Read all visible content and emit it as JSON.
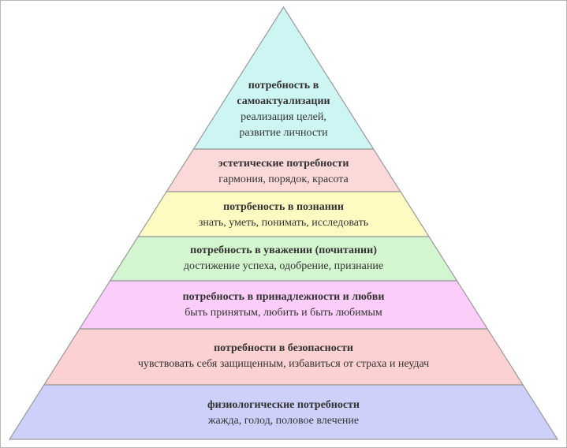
{
  "colors": {
    "outline": "#9a9a9a",
    "text": "#333333"
  },
  "levels": [
    {
      "title_lines": [
        "потребность в",
        "самоактуализации"
      ],
      "desc_lines": [
        "реализация целей,",
        "развитие личности"
      ],
      "color": "#cdf5f4"
    },
    {
      "title_lines": [
        "эстетические потребности"
      ],
      "desc_lines": [
        "гармония, порядок, красота"
      ],
      "color": "#fcd9d9"
    },
    {
      "title_lines": [
        "потрбеность в познании"
      ],
      "desc_lines": [
        "знать, уметь, понимать, исследовать"
      ],
      "color": "#fefbc2"
    },
    {
      "title_lines": [
        "потребность в уважении (почитании)"
      ],
      "desc_lines": [
        "достижение успеха, одобрение, признание"
      ],
      "color": "#d3f5cf"
    },
    {
      "title_lines": [
        "потребность в принадлежности и любви"
      ],
      "desc_lines": [
        "быть принятым, любить и быть любимым"
      ],
      "color": "#fbcdf9"
    },
    {
      "title_lines": [
        "потребности в безопасности"
      ],
      "desc_lines": [
        "чувствовать себя защищенным,  избавиться от страха и неудач"
      ],
      "color": "#fcd1d1"
    },
    {
      "title_lines": [
        "физиологические потребности"
      ],
      "desc_lines": [
        "жажда, голод, половое влечение"
      ],
      "color": "#cdd1fa"
    }
  ]
}
